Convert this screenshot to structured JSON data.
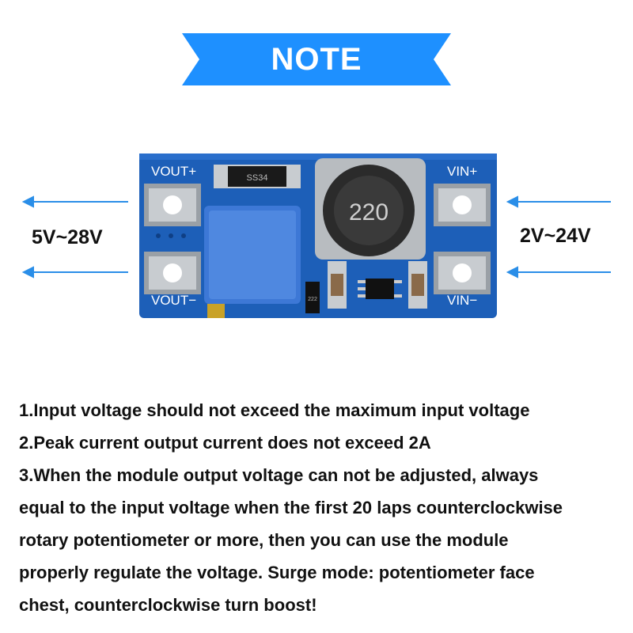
{
  "banner": {
    "title": "NOTE",
    "color": "#1e90ff"
  },
  "board": {
    "inductor_label": "220",
    "diode_label": "SS34",
    "resistor_label": "222",
    "pins": {
      "vout_plus": "VOUT+",
      "vout_minus": "VOUT−",
      "vin_plus": "VIN+",
      "vin_minus": "VIN−"
    },
    "pcb_color": "#1d5fb8"
  },
  "output_voltage": "5V~28V",
  "input_voltage": "2V~24V",
  "arrow_color": "#2a8ee8",
  "notes": [
    "1.Input voltage should not exceed the maximum input voltage",
    "2.Peak current output current does not exceed 2A",
    "3.When the module output voltage can not be adjusted, always",
    "equal to the input voltage when the first 20 laps counterclockwise",
    "rotary potentiometer or more, then you can use the module",
    "properly regulate the voltage. Surge mode: potentiometer face",
    "chest, counterclockwise turn boost!"
  ]
}
